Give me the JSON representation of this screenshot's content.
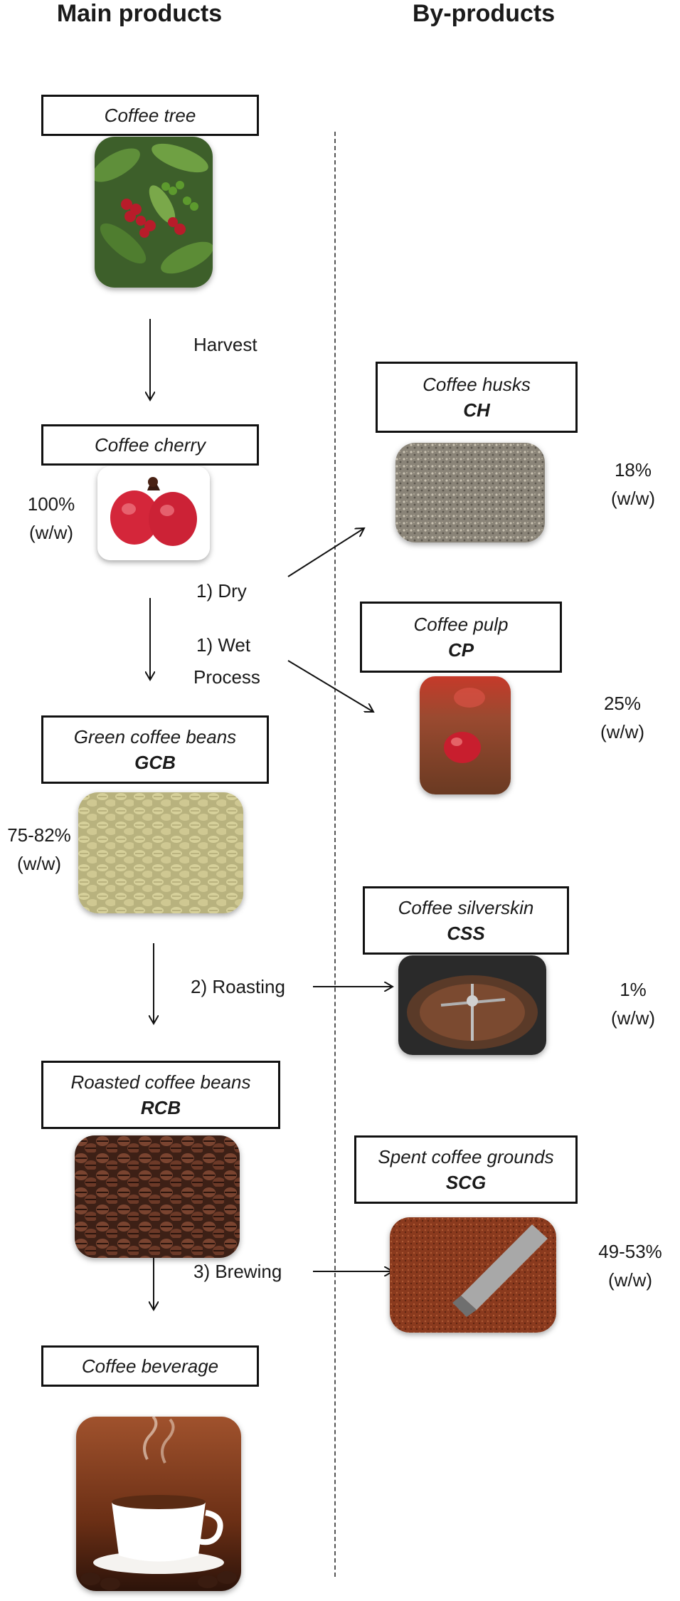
{
  "headings": {
    "main": "Main products",
    "by": "By-products"
  },
  "main_products": [
    {
      "name": "Coffee tree",
      "abbr": ""
    },
    {
      "name": "Coffee cherry",
      "abbr": ""
    },
    {
      "name": "Green coffee beans",
      "abbr": "GCB"
    },
    {
      "name": "Roasted coffee beans",
      "abbr": "RCB"
    },
    {
      "name": "Coffee beverage",
      "abbr": ""
    }
  ],
  "by_products": [
    {
      "name": "Coffee husks",
      "abbr": "CH",
      "pct": "18%",
      "unit": "(w/w)"
    },
    {
      "name": "Coffee pulp",
      "abbr": "CP",
      "pct": "25%",
      "unit": "(w/w)"
    },
    {
      "name": "Coffee silverskin",
      "abbr": "CSS",
      "pct": "1%",
      "unit": "(w/w)"
    },
    {
      "name": "Spent coffee grounds",
      "abbr": "SCG",
      "pct": "49-53%",
      "unit": "(w/w)"
    }
  ],
  "main_pct": {
    "cherry": {
      "pct": "100%",
      "unit": "(w/w)"
    },
    "gcb": {
      "pct": "75-82%",
      "unit": "(w/w)"
    }
  },
  "steps": {
    "harvest": "Harvest",
    "dry": "1) Dry",
    "wet_1": "1) Wet",
    "wet_2": "Process",
    "roasting": "2) Roasting",
    "brewing": "3) Brewing"
  }
}
